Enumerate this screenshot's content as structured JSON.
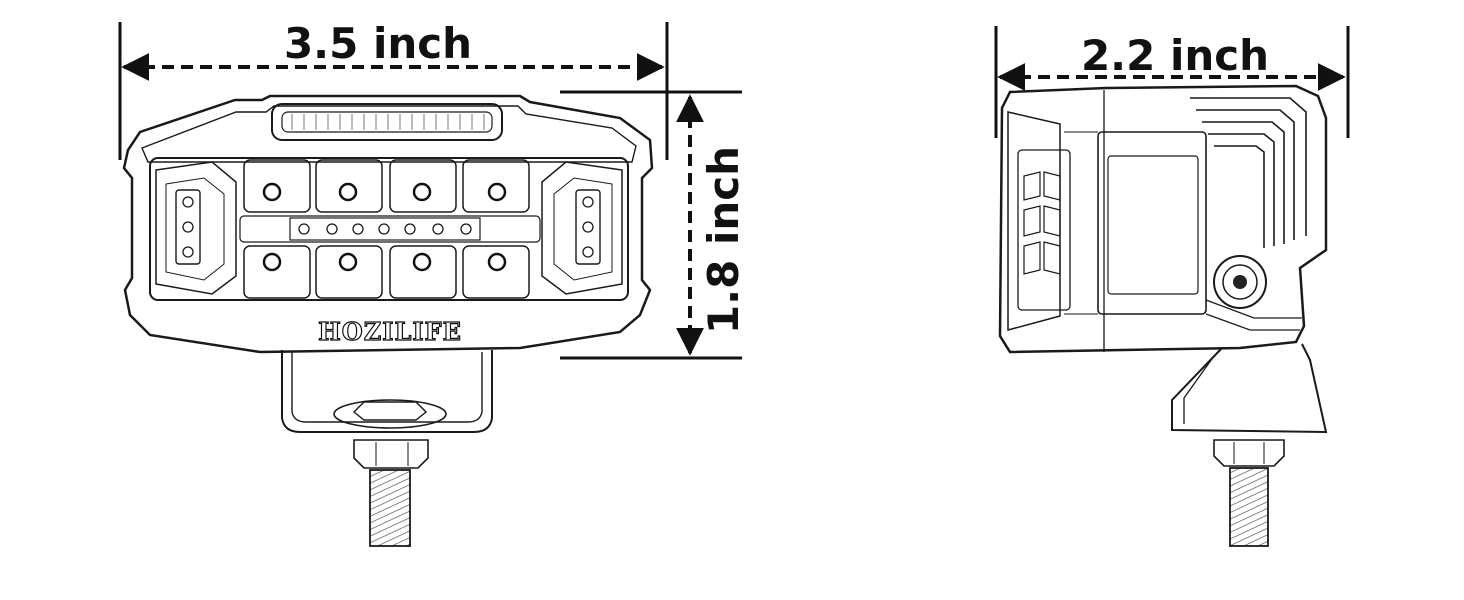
{
  "dimensions": {
    "width_label": "3.5 inch",
    "height_label": "1.8 inch",
    "depth_label": "2.2 inch"
  },
  "brand": {
    "logo_text": "HOZILIFE"
  },
  "colors": {
    "line": "#1a1a1a",
    "background": "#ffffff"
  }
}
